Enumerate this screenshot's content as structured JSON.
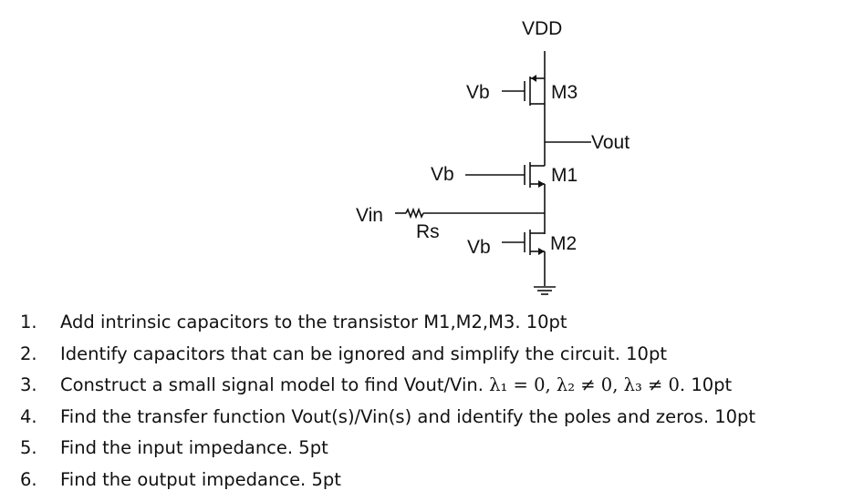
{
  "circuit": {
    "supply_label": "VDD",
    "bias_label": "Vb",
    "output_label": "Vout",
    "input_label": "Vin",
    "resistor_label": "Rs",
    "transistor_labels": [
      "M3",
      "M1",
      "M2"
    ]
  },
  "questions": [
    {
      "number": "1.",
      "text": "Add intrinsic capacitors to the transistor M1,M2,M3. 10pt"
    },
    {
      "number": "2.",
      "text": "Identify capacitors that can be ignored and simplify the circuit. 10pt"
    },
    {
      "number": "3.",
      "text": "Construct a small signal model to find Vout/Vin.",
      "math": "λ₁ = 0, λ₂ ≠ 0, λ₃ ≠ 0.",
      "suffix": "10pt"
    },
    {
      "number": "4.",
      "text": "Find the transfer function Vout(s)/Vin(s) and identify the poles and zeros. 10pt"
    },
    {
      "number": "5.",
      "text": "Find the input impedance. 5pt"
    },
    {
      "number": "6.",
      "text": "Find the output impedance. 5pt"
    }
  ]
}
